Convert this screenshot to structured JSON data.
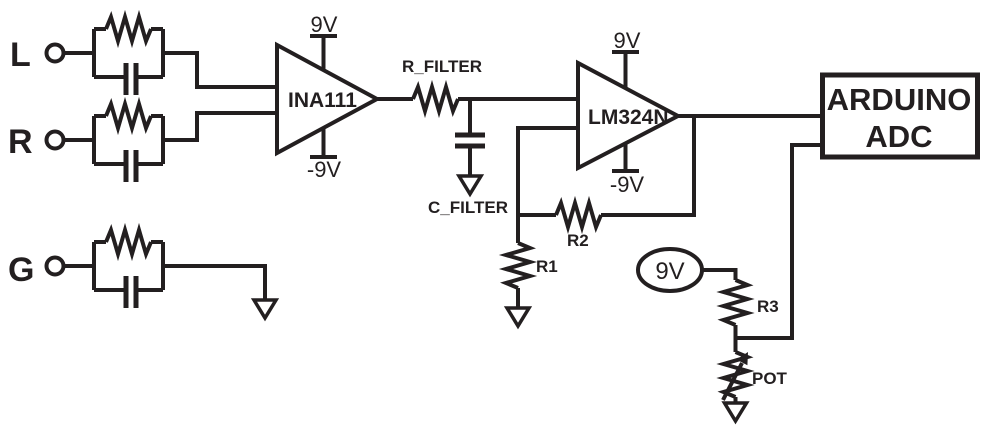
{
  "colors": {
    "ink": "#231f20",
    "background": "#ffffff"
  },
  "inputs": {
    "l": {
      "label": "L"
    },
    "r": {
      "label": "R"
    },
    "g": {
      "label": "G"
    }
  },
  "amplifiers": {
    "ina111": {
      "label": "INA111",
      "supply_pos": "9V",
      "supply_neg": "-9V"
    },
    "lm324n": {
      "label": "LM324N",
      "supply_pos": "9V",
      "supply_neg": "-9V"
    }
  },
  "filter": {
    "resistor_label": "R_FILTER",
    "capacitor_label": "C_FILTER"
  },
  "resistors": {
    "r1": "R1",
    "r2": "R2",
    "r3": "R3",
    "pot": "POT"
  },
  "source": {
    "battery_label": "9V"
  },
  "adc": {
    "line1": "ARDUINO",
    "line2": "ADC"
  }
}
